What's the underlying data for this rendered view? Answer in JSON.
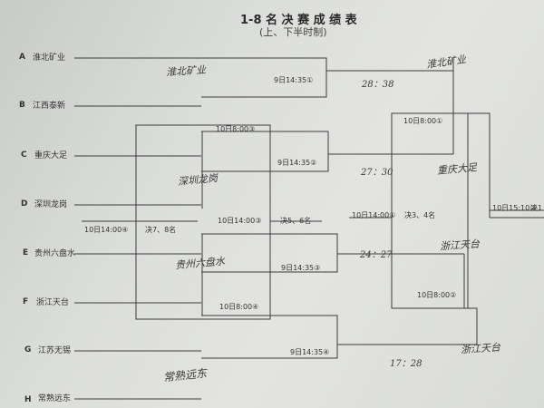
{
  "header": {
    "title": "1-8 名 决 赛 成 绩 表",
    "subtitle": "(上、下半时制)"
  },
  "teams": [
    {
      "letter": "A",
      "name": "淮北矿业"
    },
    {
      "letter": "B",
      "name": "江西泰新"
    },
    {
      "letter": "C",
      "name": "重庆大足"
    },
    {
      "letter": "D",
      "name": "深圳龙岗"
    },
    {
      "letter": "E",
      "name": "贵州六盘水"
    },
    {
      "letter": "F",
      "name": "浙江天台"
    },
    {
      "letter": "G",
      "name": "江苏无锡"
    },
    {
      "letter": "H",
      "name": "常熟远东"
    }
  ],
  "matches": {
    "qf1": "9日14:35①",
    "qf2": "9日14:35②",
    "qf3": "9日14:35③",
    "qf4": "9日14:35④",
    "r10_3": "10日8:00③",
    "r10_4": "10日8:00④",
    "r10_1": "10日8:00①",
    "r10_2": "10日8:00②",
    "m_7_8_time": "10日14:00④",
    "m_7_8_label": "决7、8名",
    "m_5_6_time": "10日14:00③",
    "m_5_6_label": "决5、6名",
    "m_3_4_time": "10日14:00①",
    "m_3_4_label": "决3、4名",
    "final_time": "10日15:10②",
    "final_label_cut": "决1"
  },
  "handwritten": {
    "w_ab": "淮北矿业",
    "w_ab_right": "淮北矿业",
    "score_ab": "28：38",
    "w_cd": "深圳龙岗",
    "score_cd": "27：30",
    "w_cd_right": "重庆大足",
    "w_ef": "贵州六盘水",
    "score_ef": "24：27",
    "w_ef_right": "浙江天台",
    "score_gh": "17：28",
    "w_gh_right": "浙江天台",
    "w_gh_left": "常熟远东"
  }
}
